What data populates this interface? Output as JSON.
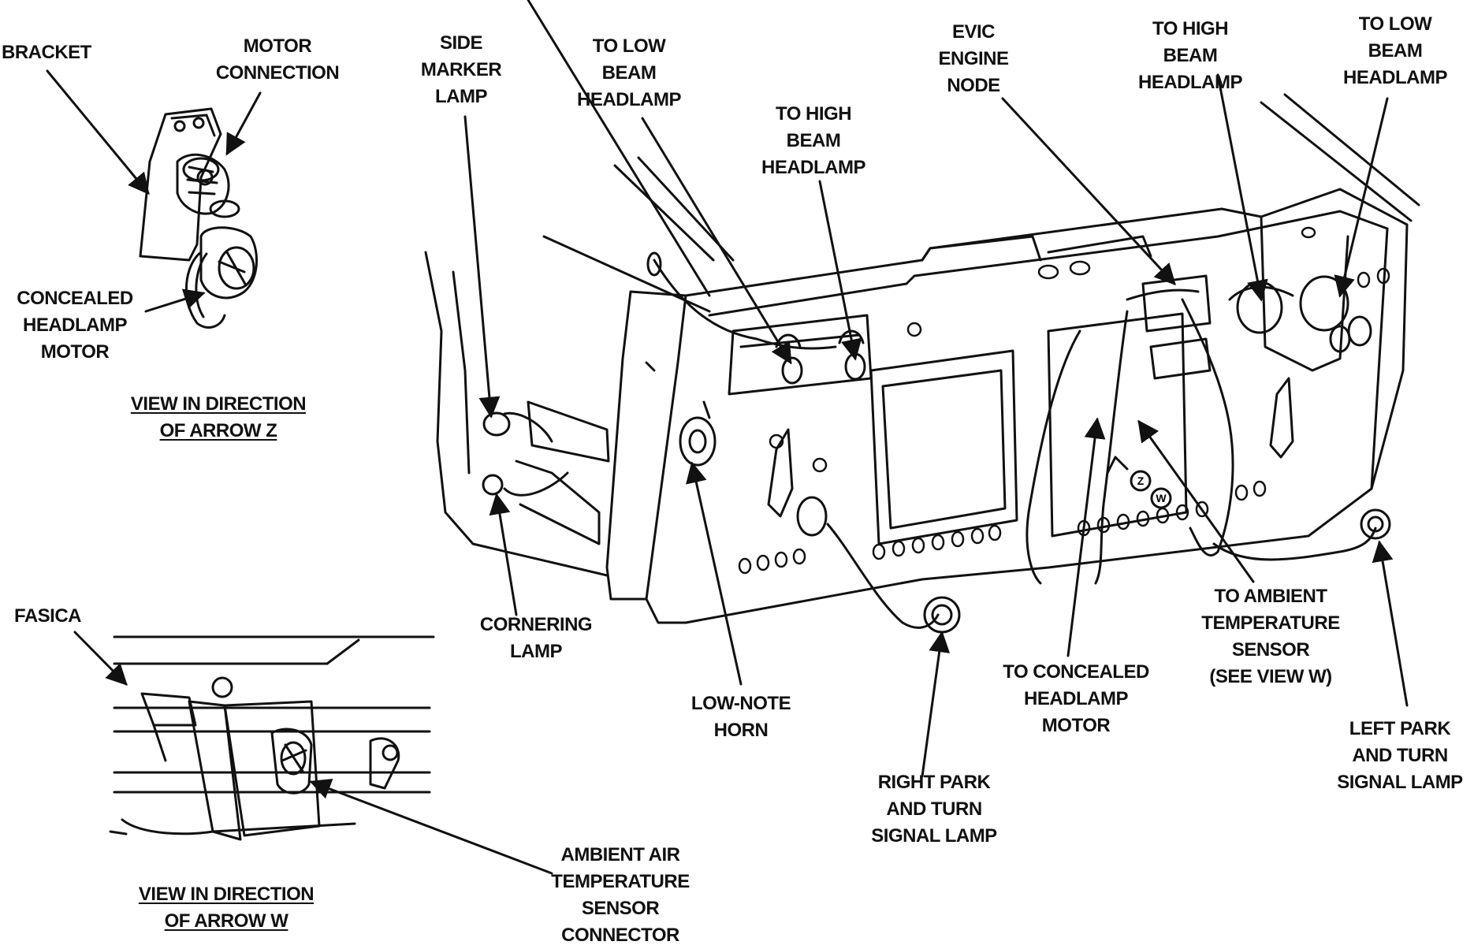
{
  "labels": {
    "bracket": [
      "BRACKET"
    ],
    "motor_connection": [
      "MOTOR",
      "CONNECTION"
    ],
    "concealed_headlamp_motor": [
      "CONCEALED",
      "HEADLAMP",
      "MOTOR"
    ],
    "side_marker_lamp": [
      "SIDE",
      "MARKER",
      "LAMP"
    ],
    "to_low_beam_headlamp_1": [
      "TO LOW",
      "BEAM",
      "HEADLAMP"
    ],
    "to_high_beam_headlamp_1": [
      "TO HIGH",
      "BEAM",
      "HEADLAMP"
    ],
    "evic_engine_node": [
      "EVIC",
      "ENGINE",
      "NODE"
    ],
    "to_high_beam_headlamp_2": [
      "TO HIGH",
      "BEAM",
      "HEADLAMP"
    ],
    "to_low_beam_headlamp_2": [
      "TO LOW",
      "BEAM",
      "HEADLAMP"
    ],
    "fasica": [
      "FASICA"
    ],
    "cornering_lamp": [
      "CORNERING",
      "LAMP"
    ],
    "low_note_horn": [
      "LOW-NOTE",
      "HORN"
    ],
    "to_concealed_headlamp_motor": [
      "TO CONCEALED",
      "HEADLAMP",
      "MOTOR"
    ],
    "to_ambient_temperature_sensor": [
      "TO AMBIENT",
      "TEMPERATURE",
      "SENSOR",
      "(SEE VIEW W)"
    ],
    "left_park_turn_signal_lamp": [
      "LEFT PARK",
      "AND TURN",
      "SIGNAL LAMP"
    ],
    "right_park_turn_signal_lamp": [
      "RIGHT PARK",
      "AND TURN",
      "SIGNAL LAMP"
    ],
    "ambient_air_temperature_sensor_connector": [
      "AMBIENT AIR",
      "TEMPERATURE",
      "SENSOR",
      "CONNECTOR"
    ]
  },
  "captions": {
    "view_z": [
      "VIEW IN DIRECTION",
      "OF ARROW Z"
    ],
    "view_w": [
      "VIEW IN DIRECTION",
      "OF ARROW W"
    ]
  },
  "arrow_markers": [
    "Z",
    "W"
  ],
  "colors": {
    "ink": "#111111",
    "background": "#ffffff"
  }
}
